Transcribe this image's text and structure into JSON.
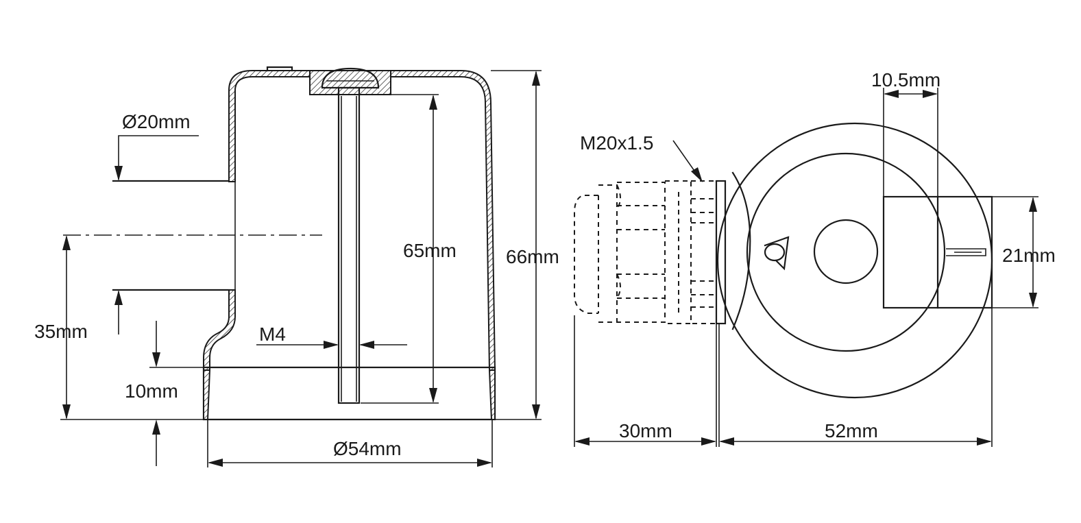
{
  "dimensions": {
    "hole_diameter": "Ø20mm",
    "hole_height": "35mm",
    "bolt_size": "M4",
    "base_height": "10mm",
    "bolt_length": "65mm",
    "total_height": "66mm",
    "base_diameter": "Ø54mm",
    "gland_thread": "M20x1.5",
    "gland_length": "30mm",
    "cap_diameter": "52mm",
    "slot_width": "10.5mm",
    "slot_height": "21mm"
  }
}
